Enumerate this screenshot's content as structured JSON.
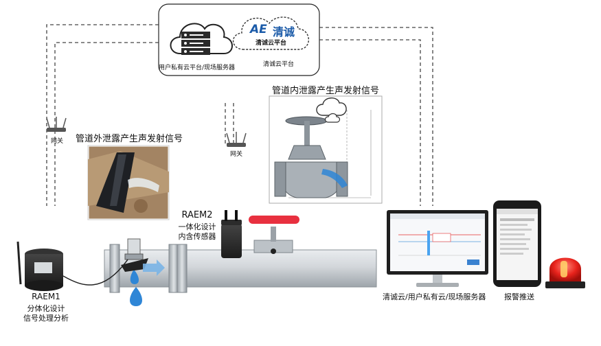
{
  "cloud": {
    "private_label": "用户私有云平台/现场服务器",
    "platform_label": "清诚云平台",
    "logo_mark": "AE",
    "logo_name": "清诚",
    "logo_sub": "清诚云平台"
  },
  "gateways": [
    {
      "label": "网关"
    },
    {
      "label": "网关"
    }
  ],
  "external_leak": {
    "title": "管道外泄露产生声发射信号"
  },
  "internal_leak": {
    "title": "管道内泄露产生声发射信号"
  },
  "raem2": {
    "name": "RAEM2",
    "line1": "一体化设计",
    "line2": "内含传感器"
  },
  "raem1": {
    "name": "RAEM1",
    "line1": "分体化设计",
    "line2": "信号处理分析"
  },
  "monitor": {
    "label": "清诚云/用户私有云/现场服务器"
  },
  "alarm": {
    "label": "报警推送"
  },
  "colors": {
    "pipe": "#c9ced3",
    "flange": "#b8bec4",
    "handle": "#e8303f",
    "water": "#2f86d6",
    "accent": "#1a5aa8"
  }
}
